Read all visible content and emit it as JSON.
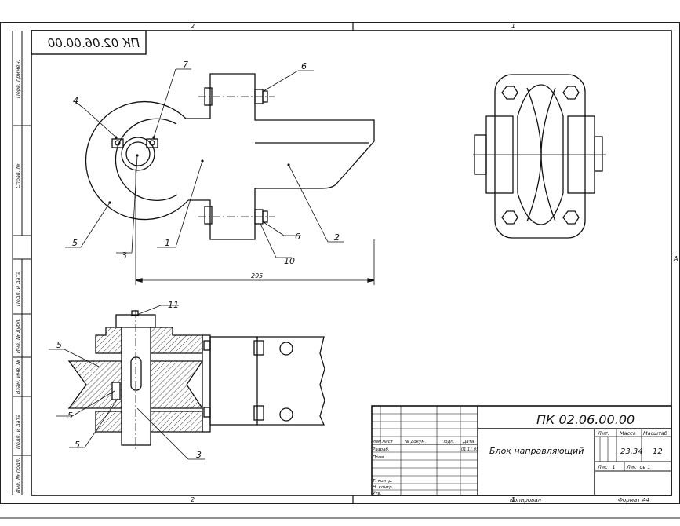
{
  "drawing": {
    "designation": "ПК 02.06.00.00",
    "designation_mirrored": "ПК 02.06.00.00",
    "title": "Блок направляющий",
    "mass": "23.34",
    "scale": "12",
    "sheet": "Лист 1",
    "sheets": "Листов 1",
    "copied": "Копировал",
    "format": "Формат А4",
    "dimension_295": "295"
  },
  "zones": {
    "top_left": "2",
    "top_right": "1",
    "bottom_left": "2",
    "bottom_right": "1",
    "right": "А"
  },
  "side_labels": [
    "Перв. примен.",
    "Справ. №",
    "Подп. и дата",
    "Инв. № дубл.",
    "Взам. инв. №",
    "Подп. и дата",
    "Инв. № подл."
  ],
  "title_block": {
    "row_headers": [
      "Изм",
      "Лист",
      "№ докум.",
      "Подп.",
      "Дата"
    ],
    "roles": [
      "Разраб.",
      "Пров.",
      "Т. контр.",
      "Н. контр.",
      "Утв."
    ],
    "col_lit": "Лит.",
    "col_mass": "Масса",
    "col_scale": "Масштаб",
    "date_sample": "01.11.05"
  },
  "callouts": {
    "c1": "1",
    "c2": "2",
    "c3": "3",
    "c4": "4",
    "c5": "5",
    "c6a": "6",
    "c6b": "6",
    "c7": "7",
    "c10": "10",
    "c11": "11",
    "s5a": "5",
    "s5b": "5",
    "s5c": "5",
    "s3": "3"
  }
}
